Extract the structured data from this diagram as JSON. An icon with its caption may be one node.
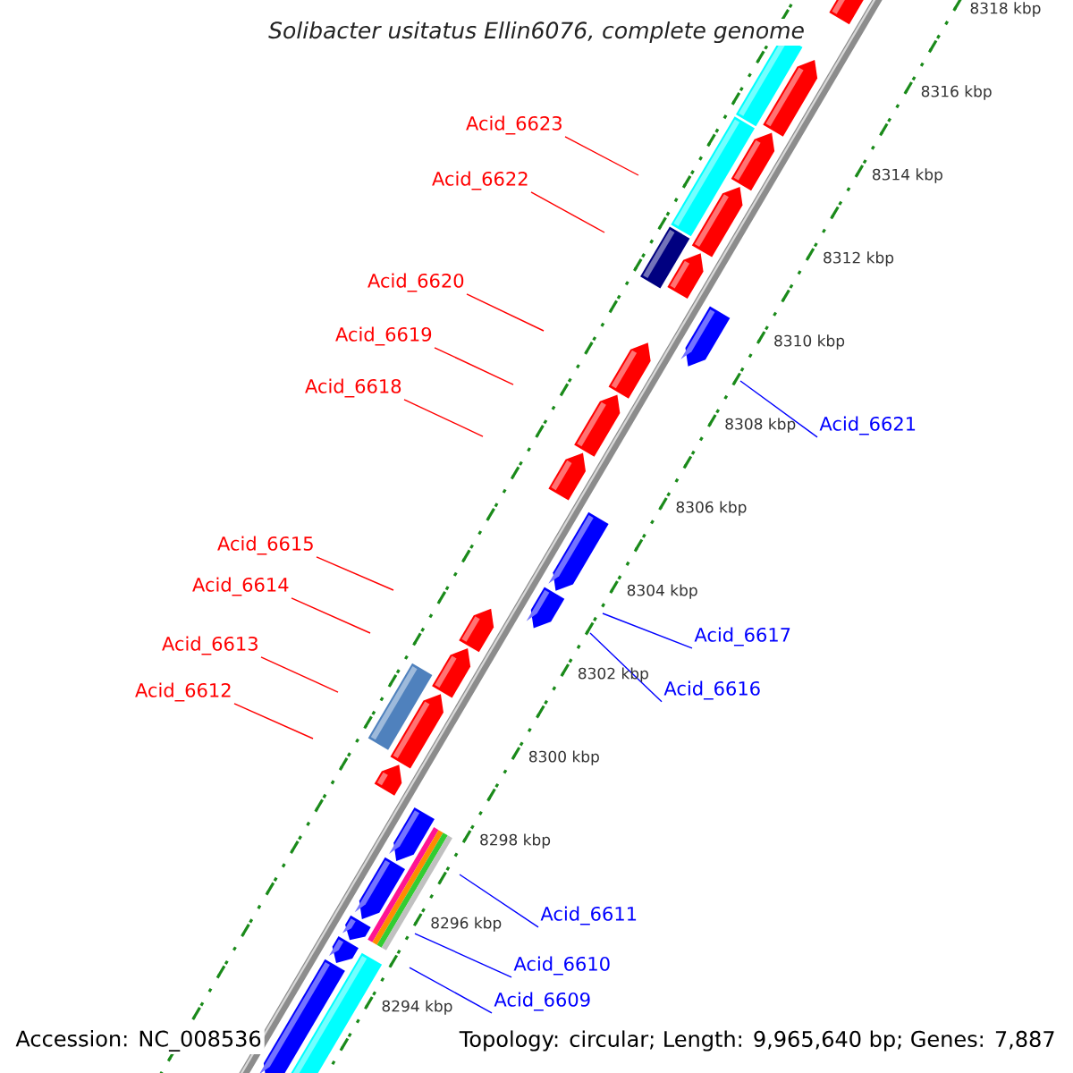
{
  "diagram": {
    "title": "*Solibacter usitatus Ellin6076, complete genome*",
    "nodes": [
      {
        "text": [
          "Acid_6623"
        ]
      },
      {
        "text": [
          "Acid_6622"
        ]
      },
      {
        "text": [
          "Acid_6620"
        ]
      },
      {
        "text": [
          "Acid_6619"
        ]
      },
      {
        "text": [
          "Acid_6618"
        ]
      },
      {
        "text": [
          "Acid_6621"
        ]
      },
      {
        "text": [
          "Acid_6615"
        ]
      },
      {
        "text": [
          "Acid_6614"
        ]
      },
      {
        "text": [
          "Acid_6617"
        ]
      },
      {
        "text": [
          "Acid_6613"
        ]
      },
      {
        "text": [
          "Acid_6616"
        ]
      },
      {
        "text": [
          "Acid_6612"
        ]
      },
      {
        "text": [
          "Acid_6611"
        ]
      },
      {
        "text": [
          "Acid_6610"
        ]
      },
      {
        "text": [
          "Acid_6609"
        ]
      }
    ],
    "edges": [
      {
        "from": 0,
        "to": null,
        "arrow": "none"
      },
      {
        "from": 1,
        "to": null,
        "arrow": "none"
      },
      {
        "from": 2,
        "to": null,
        "arrow": "none"
      },
      {
        "from": 3,
        "to": null,
        "arrow": "none"
      },
      {
        "from": 4,
        "to": null,
        "arrow": "none"
      },
      {
        "from": 5,
        "to": null,
        "arrow": "none",
        "color": "#0000ff"
      },
      {
        "from": 6,
        "to": null,
        "arrow": "none"
      },
      {
        "from": 7,
        "to": null,
        "arrow": "none"
      },
      {
        "from": 8,
        "to": null,
        "arrow": "none",
        "color": "#0000ff"
      },
      {
        "from": 9,
        "to": null,
        "arrow": "none"
      },
      {
        "from": 10,
        "to": null,
        "arrow": "none",
        "color": "#0000ff"
      },
      {
        "from": 11,
        "to": null,
        "arrow": "none"
      },
      {
        "from": 12,
        "to": null,
        "arrow": "none",
        "color": "#0000ff"
      },
      {
        "from": 13,
        "to": null,
        "arrow": "none",
        "color": "#0000ff"
      },
      {
        "from": 14,
        "to": null,
        "arrow": "none",
        "color": "#0000ff"
      }
    ],
    "labels": [
      "8318 kbp",
      "8316 kbp",
      "8314 kbp",
      "8312 kbp",
      "8310 kbp",
      "8308 kbp",
      "8306 kbp",
      "8304 kbp",
      "8302 kbp",
      "8300 kbp",
      "8298 kbp",
      "8296 kbp",
      "8294 kbp",
      "Accession: NC_008536",
      "Topology: circular; Length: 9,965,640 bp; Genes: 7,887"
    ]
  }
}
